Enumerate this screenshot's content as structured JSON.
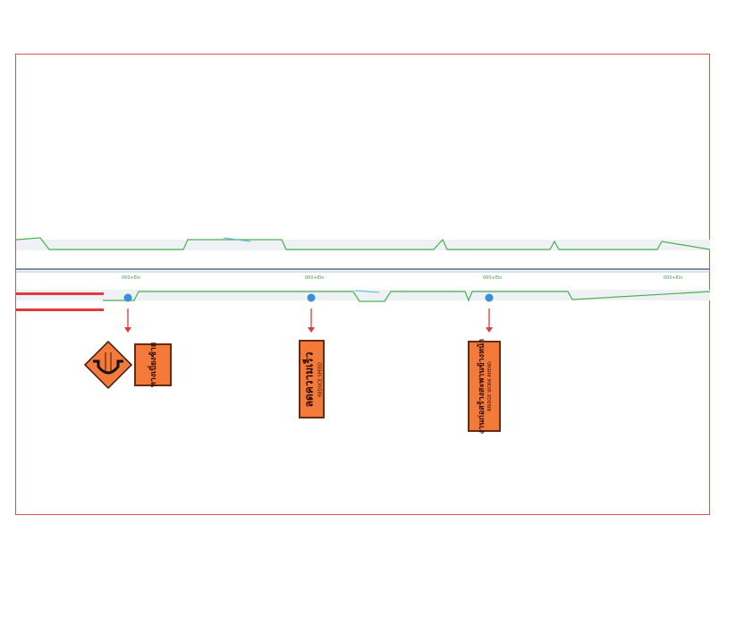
{
  "stations": [
    "000+Ein",
    "000+Ein",
    "000+Ein",
    "000+Ein"
  ],
  "signs": [
    {
      "thai": "ทางเบี่ยงซ้าย",
      "english": ""
    },
    {
      "thai": "ลดความเร็ว",
      "english": "REDUCE SPEED"
    },
    {
      "thai": "งานก่อสร้างสะพานข้างหน้า",
      "english": "BRIDGE WORK AHEAD"
    }
  ],
  "colors": {
    "frame": "#d9534f",
    "road_edge": "#4caf50",
    "marker": "#3b8de0",
    "arrow": "#e03a3a",
    "sign": "#f47a3a"
  }
}
